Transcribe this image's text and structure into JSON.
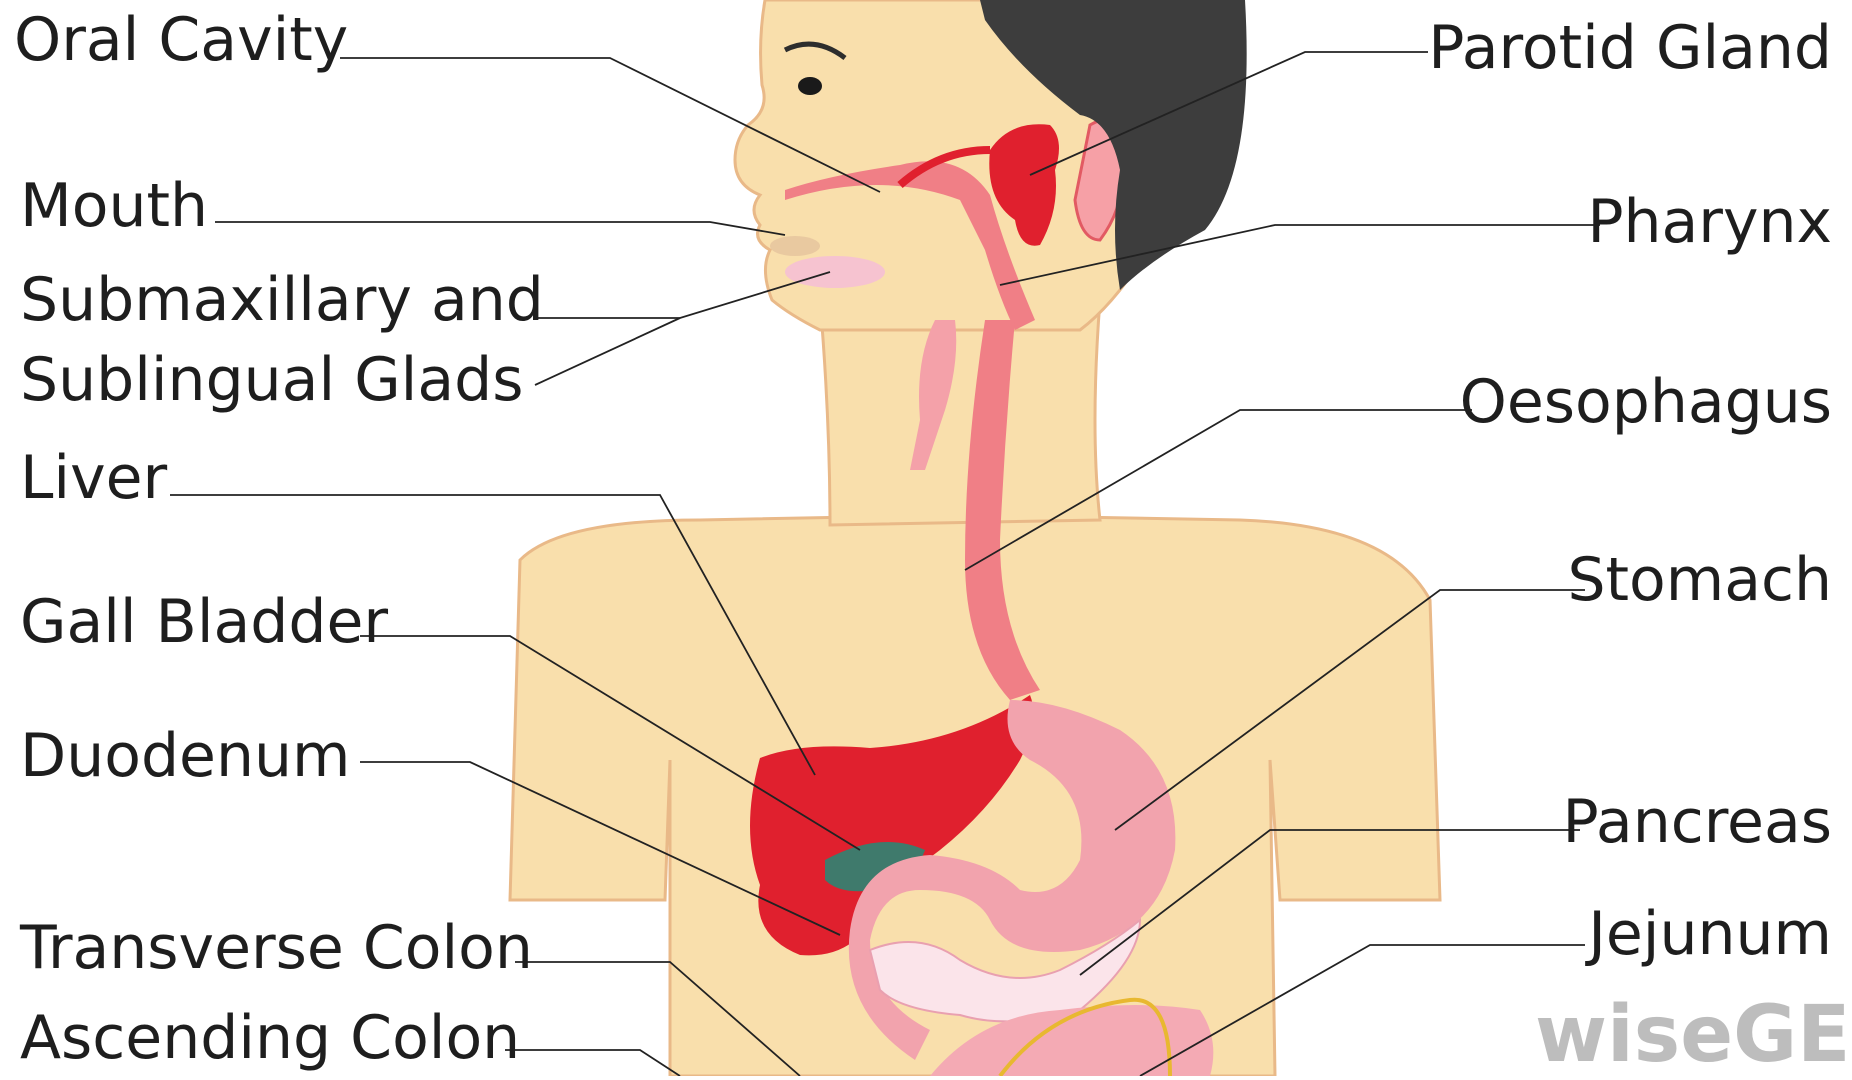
{
  "labels_left": [
    {
      "id": "oral-cavity",
      "text": "Oral  Cavity"
    },
    {
      "id": "mouth",
      "text": "Mouth"
    },
    {
      "id": "submaxillary-line1",
      "text": "Submaxillary and"
    },
    {
      "id": "submaxillary-line2",
      "text": "Sublingual Glads"
    },
    {
      "id": "liver",
      "text": "Liver"
    },
    {
      "id": "gall-bladder",
      "text": "Gall Bladder"
    },
    {
      "id": "duodenum",
      "text": "Duodenum"
    },
    {
      "id": "transverse-colon",
      "text": "Transverse Colon"
    },
    {
      "id": "ascending-colon",
      "text": "Ascending Colon"
    }
  ],
  "labels_right": [
    {
      "id": "parotid-gland",
      "text": "Parotid Gland"
    },
    {
      "id": "pharynx",
      "text": "Pharynx"
    },
    {
      "id": "oesophagus",
      "text": "Oesophagus"
    },
    {
      "id": "stomach",
      "text": "Stomach"
    },
    {
      "id": "pancreas",
      "text": "Pancreas"
    },
    {
      "id": "jejunum",
      "text": "Jejunum"
    }
  ],
  "watermark": "wiseGEE",
  "colors": {
    "skin": "#f9dfac",
    "skin_outline": "#e9b988",
    "hair": "#3d3d3d",
    "tract": "#f07f86",
    "tract_dark": "#e25a63",
    "liver": "#e0202e",
    "stomach": "#f2a3ad",
    "pancreas": "#fbe4ea",
    "gallbladder": "#3f7a6c",
    "leader": "#222222"
  }
}
